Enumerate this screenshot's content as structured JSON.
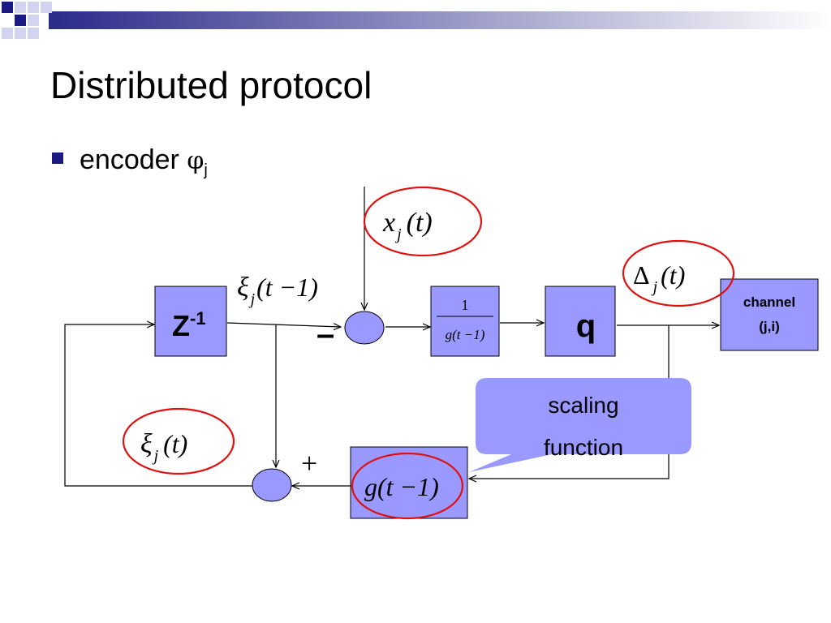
{
  "slide": {
    "title": "Distributed protocol",
    "bullet": "encoder ",
    "bullet_symbol": "φ",
    "bullet_sub": "j"
  },
  "diagram": {
    "z_block": {
      "base": "Z",
      "sup": "-1"
    },
    "q_block": "q",
    "fraction_block": {
      "num": "1",
      "den": "g(t −1)"
    },
    "g_block": "g(t −1)",
    "channel": {
      "line1": "channel",
      "line2": "(j,i)"
    },
    "xi_prev": {
      "sym": "ξ",
      "sub": "j",
      "arg": "(t −1)"
    },
    "xi_now": {
      "sym": "ξ",
      "sub": "j",
      "arg": "(t)"
    },
    "x_input": {
      "sym": "x",
      "sub": "j",
      "arg": "(t)"
    },
    "delta_out": {
      "sym": "Δ",
      "sub": "j",
      "arg": "(t)"
    },
    "minus_sign": "–",
    "plus_sign": "+",
    "callout": {
      "line1": "scaling",
      "line2": "function"
    }
  },
  "colors": {
    "block_fill": "#9999ff",
    "block_stroke": "#000000",
    "channel_fill": "#9999ff",
    "callout_fill": "#9999ff",
    "highlight_ellipse": "#e01010",
    "bullet": "#1a1a80",
    "deco_dark": "#1a1a80",
    "deco_light": "#c8c8ee"
  }
}
